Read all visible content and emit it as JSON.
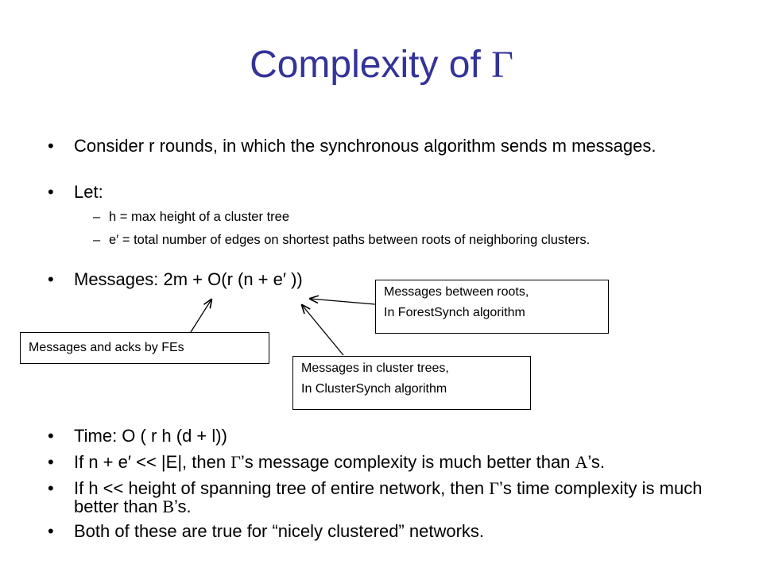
{
  "slide": {
    "title_text": "Complexity of ",
    "title_symbol": "Γ",
    "bullets_top": [
      "Consider r rounds, in which the synchronous algorithm sends m messages.",
      "Let:"
    ],
    "sub_bullets": [
      "h = max height of a cluster tree",
      "e′ = total number of edges on shortest paths between roots of neighboring clusters."
    ],
    "messages_bullet": "Messages:   2m + O(r (n + e′ ))",
    "callouts": {
      "fe": "Messages and acks by FEs",
      "roots": [
        "Messages between roots,",
        "In ForestSynch algorithm"
      ],
      "cluster": [
        "Messages in cluster trees,",
        "In ClusterSynch algorithm"
      ]
    },
    "time_bullet": "Time:  O ( r h (d + l))",
    "bullet_if_n": {
      "pre": "If n + e′ << |E|, then ",
      "gamma": "Γ",
      "mid": "’s message complexity is much better than ",
      "alpha": "A",
      "post": "’s."
    },
    "bullet_if_h": {
      "pre": "If h << height of spanning tree of entire network, then ",
      "gamma": "Γ",
      "mid": "’s time complexity is much better than ",
      "beta": "B",
      "post": "’s."
    },
    "bullet_both": "Both of these are true for “nicely clustered” networks.",
    "bullet_char": "•",
    "dash_char": "–",
    "title_color": "#333399"
  }
}
